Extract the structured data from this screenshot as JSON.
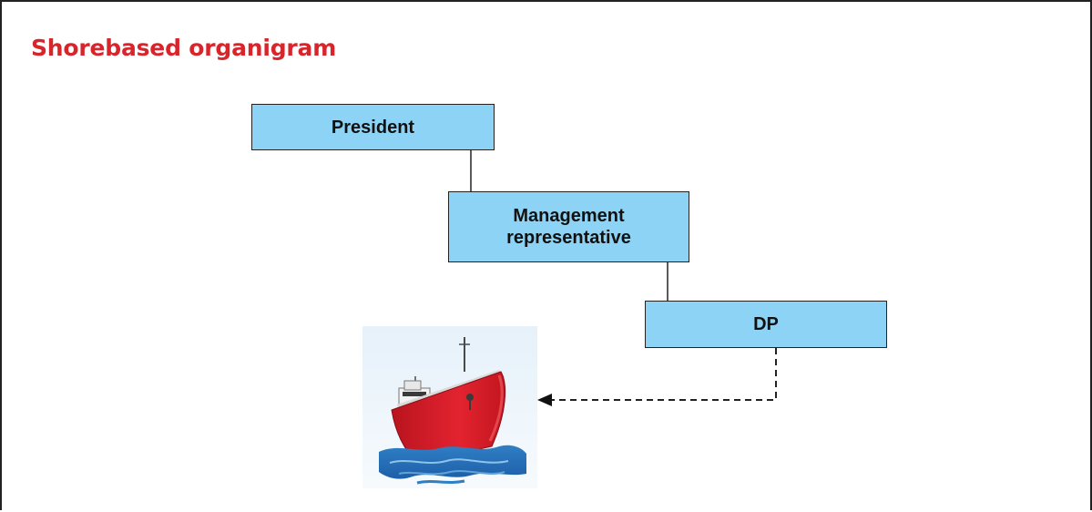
{
  "slide": {
    "title": "Shorebased organigram"
  },
  "org": {
    "president": "President",
    "management_rep_line1": "Management",
    "management_rep_line2": "representative",
    "dp": "DP"
  },
  "colors": {
    "title": "#d8252c",
    "node_fill": "#8dd3f5",
    "hull": "#d8202e"
  },
  "icons": {
    "vessel": "ship-icon",
    "arrow": "arrowhead-left-icon"
  }
}
